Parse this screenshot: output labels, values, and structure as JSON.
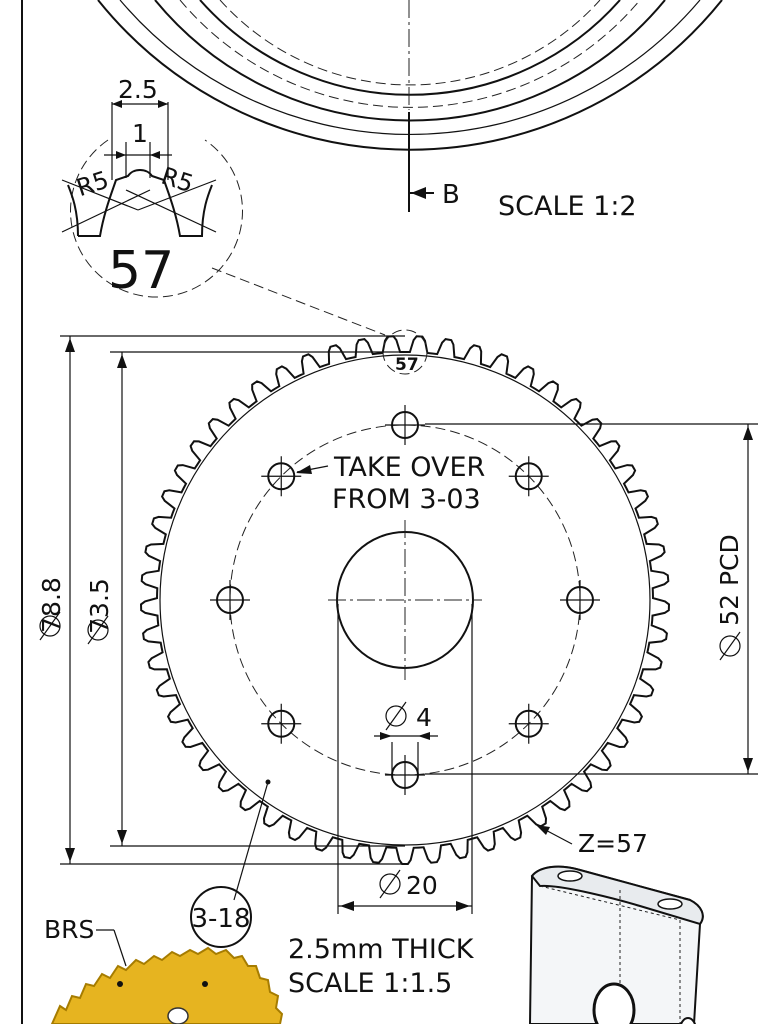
{
  "labels": {
    "scale_top": "SCALE 1:2",
    "section_b": "B",
    "detail_width_outer": "2.5",
    "detail_width_inner": "1",
    "detail_radius_left": "R5",
    "detail_radius_right": "R5",
    "detail_number": "57",
    "detail_marker": "57",
    "take_over_line1": "TAKE OVER",
    "take_over_line2": "FROM 3-03",
    "dia_outer": "78.8",
    "dia_root": "73.5",
    "pcd": "52 PCD",
    "hole_dia": "4",
    "bore_dia": "20",
    "tooth_count": "Z=57",
    "part_number": "3-18",
    "material": "BRS",
    "thickness": "2.5mm THICK",
    "scale_main": "SCALE 1:1.5"
  },
  "colors": {
    "line": "#111111",
    "brass_fill": "#e6b420",
    "brass_dark": "#a67c00",
    "part_face": "#f4f6f8"
  },
  "gear": {
    "teeth": 57,
    "bolt_holes": 8
  }
}
